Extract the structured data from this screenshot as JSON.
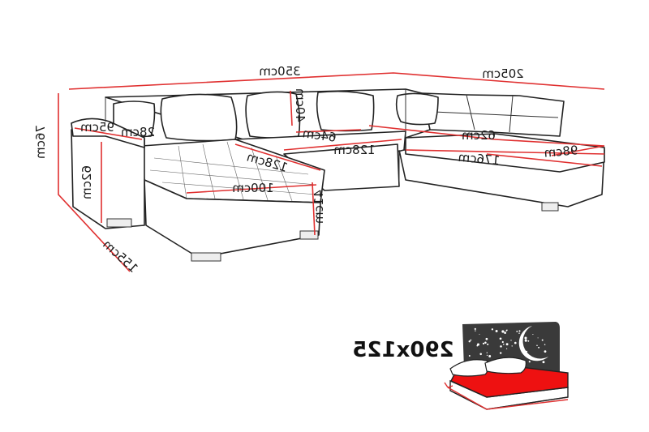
{
  "colors": {
    "dimension_line": "#e03030",
    "outline": "#222222",
    "bed_red": "#ee1111",
    "night_sky": "#3a3a3a"
  },
  "dimensions": {
    "total_width": "350cm",
    "right_width": "205cm",
    "height": "76cm",
    "arm_width": "28cm",
    "back_depth": "95cm",
    "armrest_height": "62cm",
    "back_height": "40cm",
    "seat_depth_back": "64cm",
    "middle_seat": "128cm",
    "right_seat_depth": "62cm",
    "right_seat_width": "176cm",
    "right_end_depth": "98cm",
    "chaise_width": "128cm",
    "chaise_length": "100cm",
    "seat_height": "41cm",
    "left_depth": "155cm"
  },
  "bed": {
    "size_label": "290x125",
    "icon_name": "sofa-bed-night-icon"
  }
}
